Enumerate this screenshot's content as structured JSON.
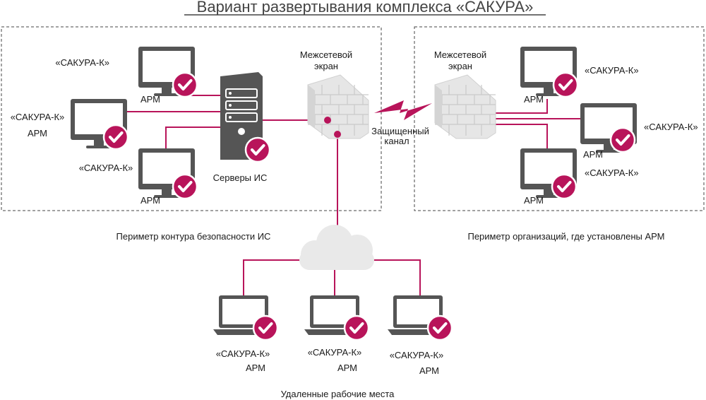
{
  "title": "Вариант развертывания комплекса «САКУРА»",
  "colors": {
    "accent": "#b8145a",
    "dark": "#555555",
    "wall": "#e3e3e3",
    "border": "#444444"
  },
  "labels": {
    "client": "«САКУРА-К»",
    "arm": "АРМ",
    "servers": "Серверы ИС",
    "firewall_line1": "Межсетевой",
    "firewall_line2": "экран",
    "channel_line1": "Защищенный",
    "channel_line2": "канал",
    "perimeter_is": "Периметр контура безопасности ИС",
    "perimeter_org": "Периметр организаций, где установлены АРМ",
    "remote": "Удаленные рабочие места"
  },
  "icons": [
    "monitor-icon",
    "laptop-icon",
    "server-icon",
    "firewall-icon",
    "cloud-icon",
    "lightning-icon",
    "check-badge-icon"
  ]
}
